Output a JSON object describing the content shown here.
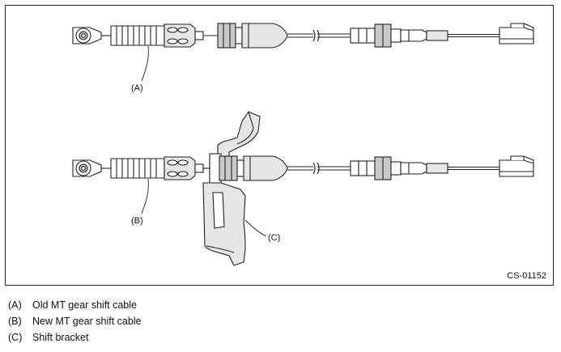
{
  "figure": {
    "code": "CS-01152",
    "callouts": {
      "a": "(A)",
      "b": "(B)",
      "c": "(C)"
    }
  },
  "legend": [
    {
      "key": "(A)",
      "text": "Old MT gear shift cable"
    },
    {
      "key": "(B)",
      "text": "New MT gear shift cable"
    },
    {
      "key": "(C)",
      "text": "Shift bracket"
    }
  ],
  "colors": {
    "line": "#222222",
    "shade": "#c9c9c9",
    "light": "#e6e6e6"
  }
}
